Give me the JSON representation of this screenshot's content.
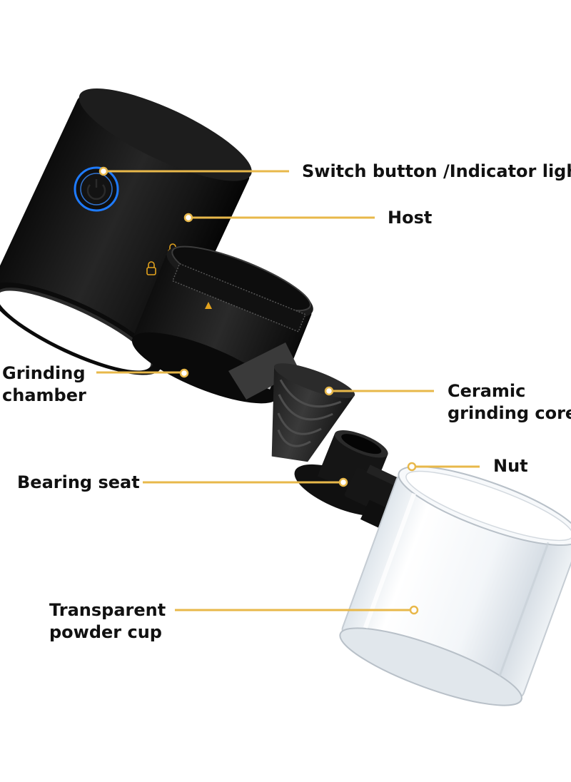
{
  "colors": {
    "leader": "#E8B84A",
    "dot_fill": "#FFFFFF",
    "body_black": "#141414",
    "ring_blue": "#1E7BFF",
    "accent_gold": "#E2A21E",
    "glass": "#E8EEF3"
  },
  "labels": {
    "switch": "Switch button /Indicator light",
    "host": "Host",
    "grinding_chamber_1": "Grinding",
    "grinding_chamber_2": "chamber",
    "ceramic_1": "Ceramic",
    "ceramic_2": "grinding core",
    "bearing": "Bearing seat",
    "nut": "Nut",
    "cup_1": "Transparent",
    "cup_2": "powder cup"
  }
}
